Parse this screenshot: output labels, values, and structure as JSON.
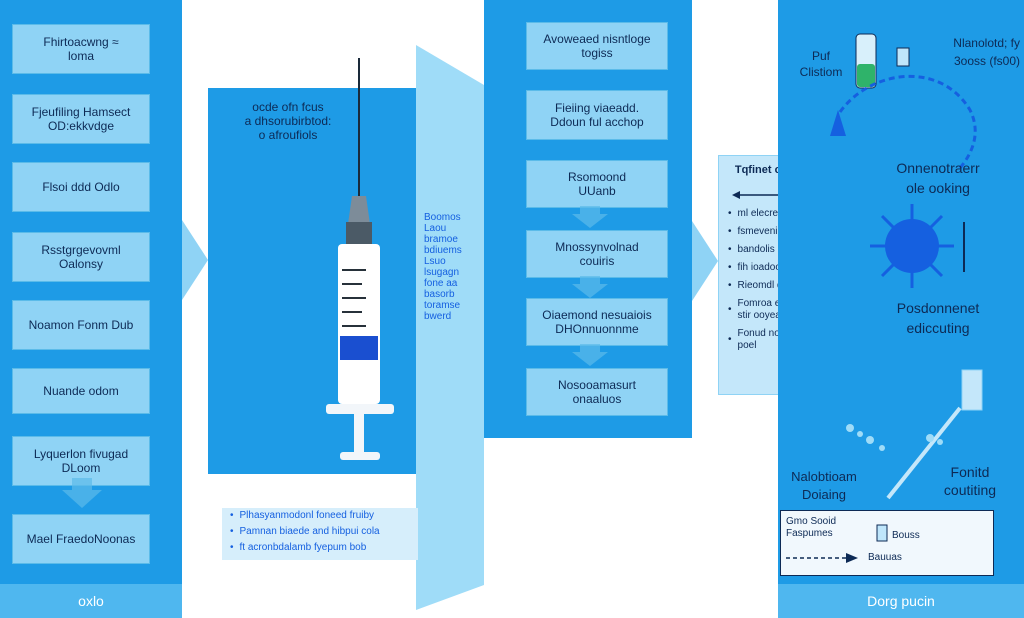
{
  "col1": {
    "boxes": [
      "Fhirtoacwng ≈\nloma",
      "Fjeufiling Hamsect\nOD:ekkvdge",
      "Flsoi ddd Odlo",
      "Rsstgrgevovml\nOalonsy",
      "Noamon Fonm Dub",
      "Nuande odom",
      "Lyquerlon fivugad\nDLoom",
      "Mael FraedoNoonas"
    ],
    "footer": "oxlo"
  },
  "col2": {
    "syringe_label": "ocde ofn fcus\na dhsorubirbtod:\no afroufiols",
    "side_labels": "Boomos\nLaou\nbramoe\nbdiuems\nLsuo\nlsugagn\nfone aa\nbasorb\ntoramse\nbwerd",
    "bottom_notes": [
      "Plhasyanmodonl foneed fruiby",
      "Pamnan biaede and hibpui cola",
      "ft acronbdalamb fyepum bob"
    ]
  },
  "col3": {
    "boxes": [
      "Avoweaed nisntloge\ntogiss",
      "Fieiing viaeadd.\nDdoun ful  acchop",
      "Rsomoond\nUUanb",
      "Mnossynvolnad\ncouiris",
      "Oiaemond nesuaiois\nDHOnnuonnme",
      "Nosooamasurt\nonaaluos"
    ]
  },
  "legend_card": {
    "title": "Tqfinet ogenatted",
    "items": [
      "ml elecreacaas",
      "fsmeveni lumoomc",
      "bandolis",
      "fih ioadoon",
      "Rieomdl dimoses",
      "Fomroa enewsas\nstir ooyeas fbow",
      "Fonud noonn\npoel"
    ]
  },
  "col4": {
    "top_left": "Puf\nClistiom",
    "top_right": "Nlanolotd; fy\n3ooss (fs00)",
    "label_mid1": "Onnenotraerr\nole ooking",
    "label_mid2": "Posdonnenet\nediccuting",
    "label_low_left": "Nalobtioam\nDoiaing",
    "label_low_right": "Fonitd\ncoutiting",
    "inset_lines": [
      "Gmo Sooid\nFaspumes",
      "Bouss",
      "Bauuas"
    ],
    "footer": "Dorg pucin"
  },
  "colors": {
    "panel": "#1e9be6",
    "box": "#8fd3f5",
    "dark_blue": "#0d2a55",
    "virus": "#1560e0"
  }
}
